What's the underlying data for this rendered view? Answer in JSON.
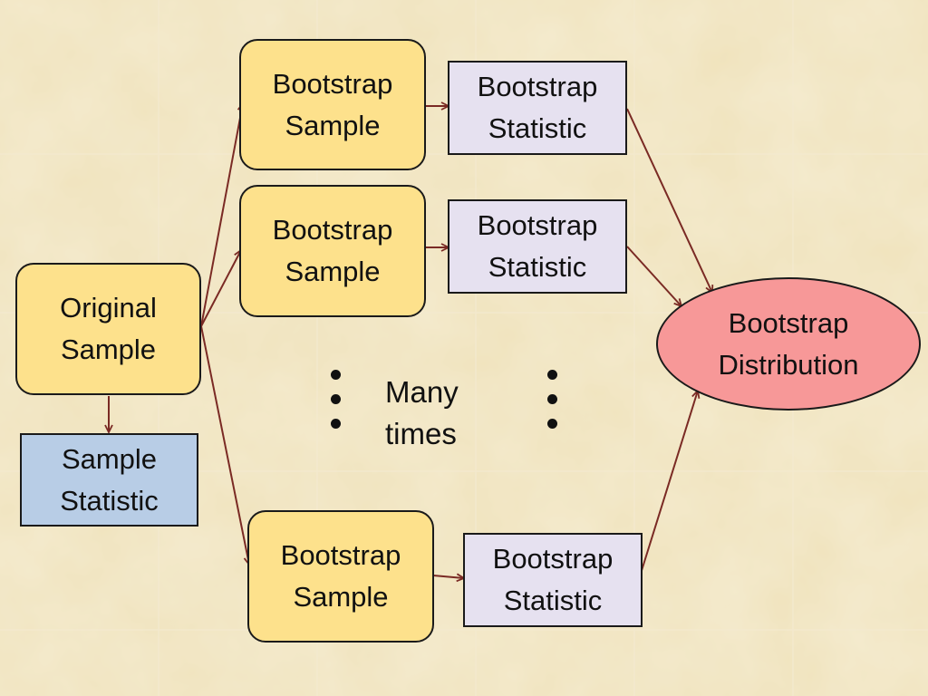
{
  "colors": {
    "arrow": "#7a2a24",
    "sample_fill": "#fde18c",
    "statistic_fill": "#e6e1f0",
    "sample_statistic_fill": "#b8cde6",
    "distribution_fill": "#f79898"
  },
  "nodes": {
    "original_sample": [
      "Original",
      "Sample"
    ],
    "sample_statistic": [
      "Sample",
      "Statistic"
    ],
    "bootstrap_samples": [
      [
        "Bootstrap",
        "Sample"
      ],
      [
        "Bootstrap",
        "Sample"
      ],
      [
        "Bootstrap",
        "Sample"
      ]
    ],
    "bootstrap_statistics": [
      [
        "Bootstrap",
        "Statistic"
      ],
      [
        "Bootstrap",
        "Statistic"
      ],
      [
        "Bootstrap",
        "Statistic"
      ]
    ],
    "bootstrap_distribution": [
      "Bootstrap",
      "Distribution"
    ]
  },
  "annotation": [
    "Many",
    "times"
  ]
}
